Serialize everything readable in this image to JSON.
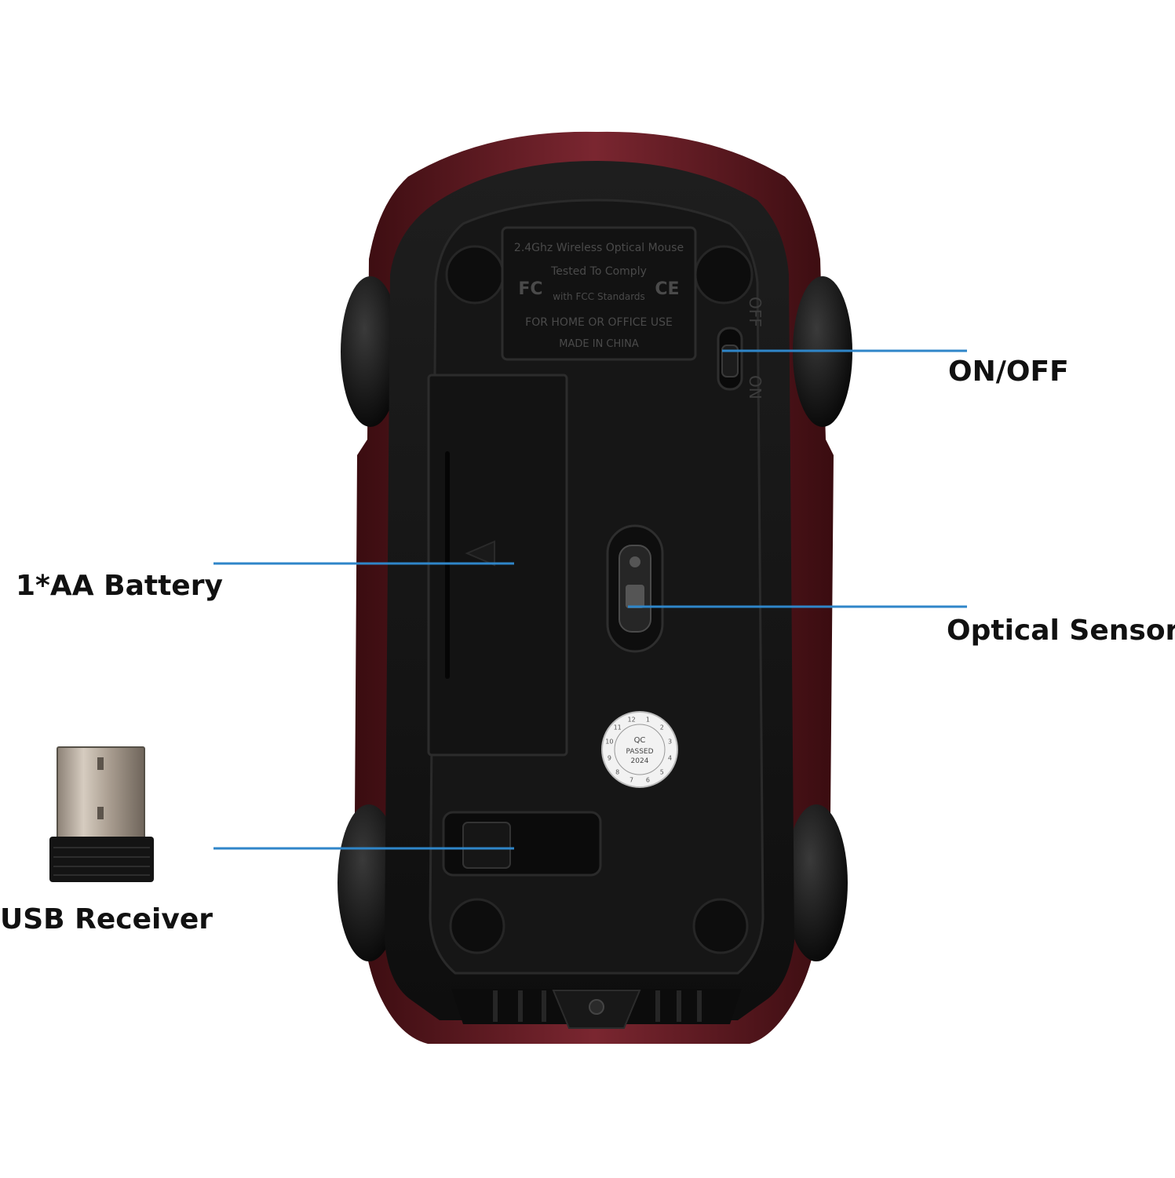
{
  "colors": {
    "background": "#ffffff",
    "callout_line": "#2f86c9",
    "label_text": "#111111",
    "mouse_body": "#111111",
    "car_shell": "#6d1a22"
  },
  "callouts": {
    "on_off": "ON/OFF",
    "battery": "1*AA Battery",
    "optical_sensor": "Optical Sensor",
    "usb_receiver": "USB Receiver"
  },
  "product_label": {
    "line1": "2.4Ghz Wireless Optical Mouse",
    "line2": "Tested To Comply",
    "line3": "with FCC Standards",
    "line4": "FOR HOME OR OFFICE USE",
    "line5": "MADE IN CHINA",
    "fcc_mark": "FC",
    "ce_mark": "CE"
  },
  "switch_labels": {
    "off": "OFF",
    "on": "ON"
  },
  "qc_sticker": {
    "qc": "QC",
    "passed": "PASSED",
    "year": "2024",
    "numbers": [
      "1",
      "2",
      "3",
      "4",
      "5",
      "6",
      "7",
      "8",
      "9",
      "10",
      "11",
      "12"
    ]
  }
}
